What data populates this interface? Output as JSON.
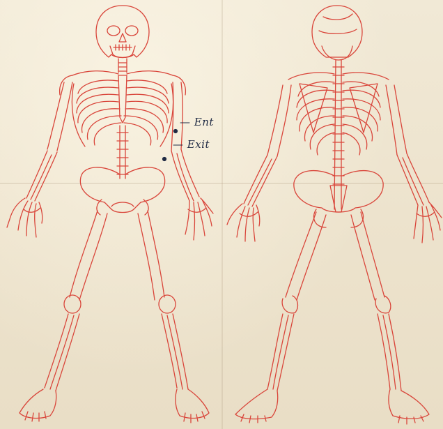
{
  "annotations": {
    "entry_label": "— Ent",
    "exit_label": "— Exit"
  },
  "colors": {
    "paper": "#efe6d2",
    "ink_red": "#d9453a",
    "pen_ink": "#1f2a44"
  },
  "figures": [
    "skeleton-front-view",
    "skeleton-back-view"
  ]
}
